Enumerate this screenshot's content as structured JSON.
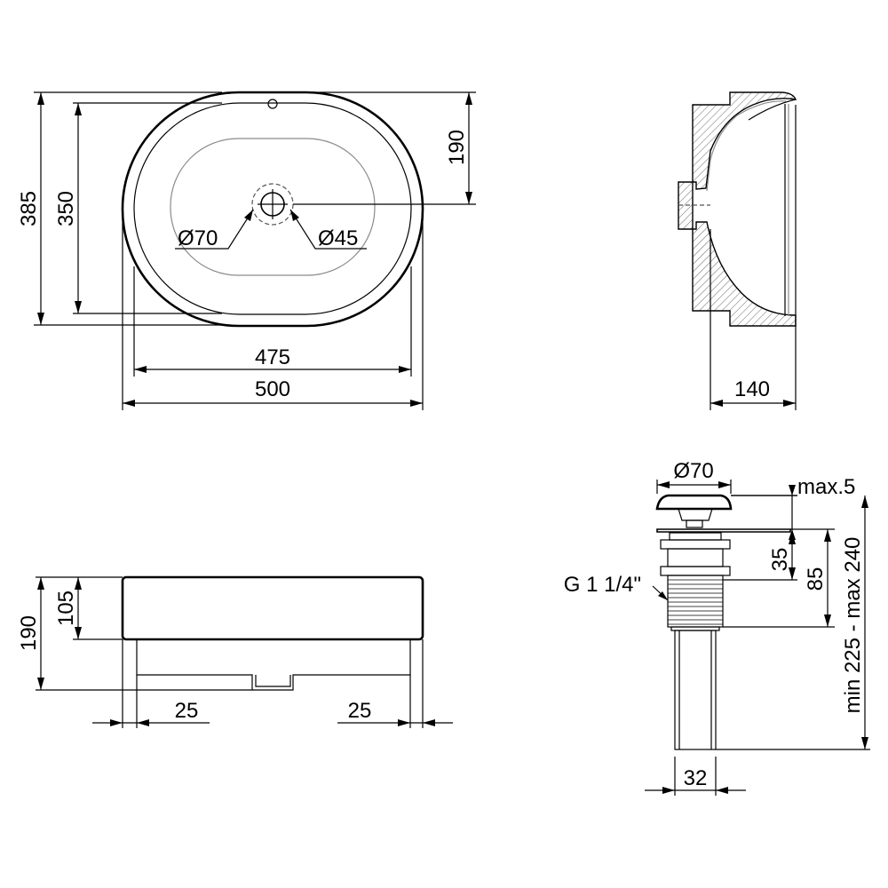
{
  "top_view": {
    "dims": {
      "overall_height": "385",
      "inner_height": "350",
      "drain_offset": "190",
      "drain_dia_outer": "Ø70",
      "drain_dia_inner": "Ø45",
      "inner_width": "475",
      "overall_width": "500"
    }
  },
  "side_section": {
    "dims": {
      "depth": "140"
    }
  },
  "front_view": {
    "dims": {
      "total_height": "190",
      "bowl_height": "105",
      "left_setback": "25",
      "right_setback": "25"
    }
  },
  "drain_fitting": {
    "dims": {
      "cap_dia": "Ø70",
      "max_raise": "max.5",
      "upper_height": "35",
      "thread_height": "85",
      "thread_label": "G 1 1/4\"",
      "adjust_range": "min 225 - max 240",
      "pipe_dia": "32"
    }
  }
}
